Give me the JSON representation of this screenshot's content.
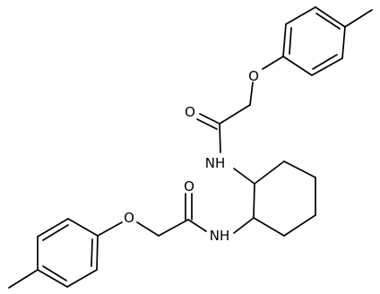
{
  "molecule": {
    "atom_labels": {
      "o_ether_top": "O",
      "o_carbonyl_top": "O",
      "nh_top": "NH",
      "o_carbonyl_bottom": "O",
      "o_ether_bottom": "O",
      "nh_bottom": "NH"
    },
    "colors": {
      "bond": "#000000",
      "label": "#000000",
      "background": "#ffffff"
    }
  }
}
